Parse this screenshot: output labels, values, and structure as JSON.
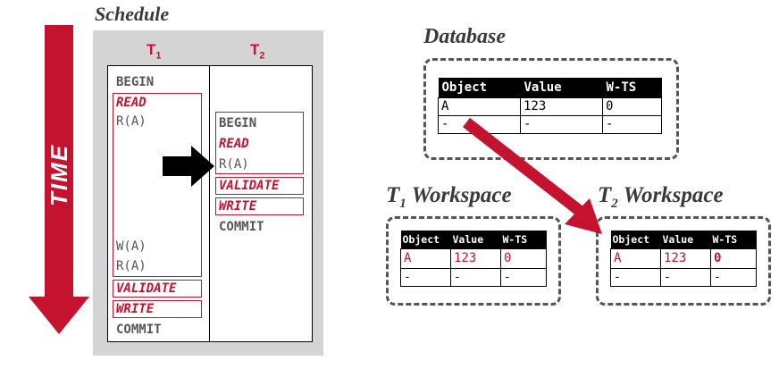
{
  "schedule": {
    "title": "Schedule",
    "t1_label": "T",
    "t1_sub": "1",
    "t2_label": "T",
    "t2_sub": "2",
    "t1": {
      "begin": "BEGIN",
      "read_phase": "READ",
      "r_a_1": "R(A)",
      "w_a": "W(A)",
      "r_a_2": "R(A)",
      "validate": "VALIDATE",
      "write": "WRITE",
      "commit": "COMMIT"
    },
    "t2": {
      "begin": "BEGIN",
      "read_phase": "READ",
      "r_a": "R(A)",
      "validate": "VALIDATE",
      "write": "WRITE",
      "commit": "COMMIT"
    }
  },
  "time_label": "TIME",
  "database": {
    "title": "Database",
    "headers": [
      "Object",
      "Value",
      "W-TS"
    ],
    "rows": [
      [
        "A",
        "123",
        "0"
      ],
      [
        "-",
        "-",
        "-"
      ]
    ]
  },
  "t1_workspace": {
    "title_pre": "T",
    "title_sub": "1",
    "title_post": " Workspace",
    "headers": [
      "Object",
      "Value",
      "W-TS"
    ],
    "rows": [
      [
        "A",
        "123",
        "0"
      ],
      [
        "-",
        "-",
        "-"
      ]
    ]
  },
  "t2_workspace": {
    "title_pre": "T",
    "title_sub": "2",
    "title_post": " Workspace",
    "headers": [
      "Object",
      "Value",
      "W-TS"
    ],
    "rows": [
      [
        "A",
        "123",
        "0"
      ],
      [
        "-",
        "-",
        "-"
      ]
    ]
  },
  "colors": {
    "accent": "#c4122f",
    "arrow": "#c4122f",
    "pointer": "#000000"
  }
}
